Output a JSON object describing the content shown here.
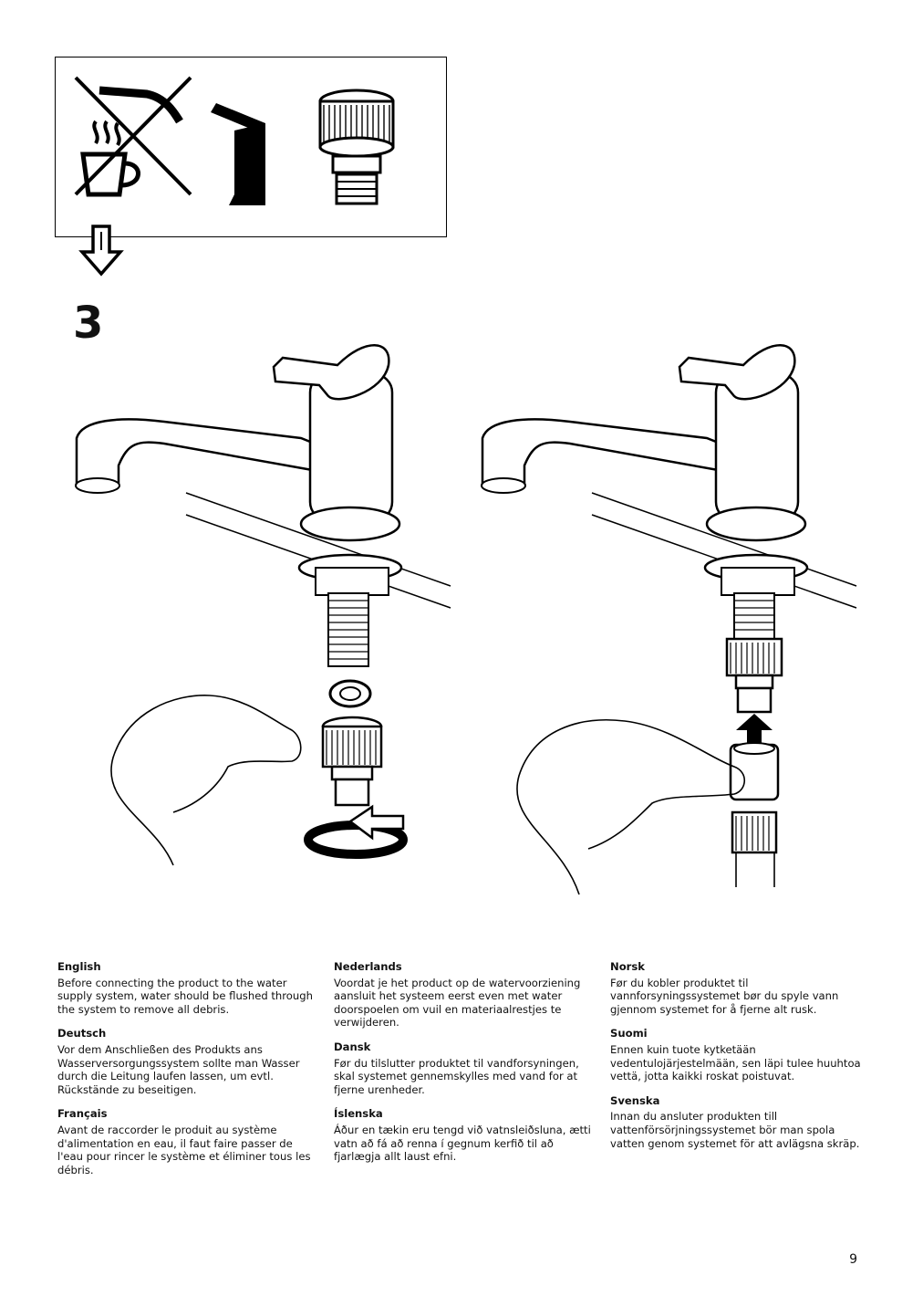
{
  "step": {
    "number": "3"
  },
  "icons": {
    "no_hot_water": "no-hot-water-icon",
    "adapter": "hose-adapter-icon",
    "arrow": "down-arrow-icon",
    "rotate": "rotate-arrow-icon",
    "push_up": "push-up-arrow-icon"
  },
  "languages": [
    {
      "name": "English",
      "text": "Before connecting the product to the water supply system, water should be flushed through the system to remove all debris."
    },
    {
      "name": "Deutsch",
      "text": "Vor dem Anschließen des Produkts ans Wasserversorgungssystem sollte man Wasser durch die Leitung laufen lassen, um evtl. Rückstände zu beseitigen."
    },
    {
      "name": "Français",
      "text": "Avant de raccorder le produit au système d'alimentation en eau, il faut faire passer de l'eau pour rincer le système et éliminer tous les débris."
    },
    {
      "name": "Nederlands",
      "text": "Voordat je het product op de watervoorziening aansluit het systeem eerst even met water doorspoelen om vuil en materiaalrestjes te verwijderen."
    },
    {
      "name": "Dansk",
      "text": "Før du tilslutter produktet til vandforsyningen, skal systemet gennemskylles med vand for at fjerne urenheder."
    },
    {
      "name": "Íslenska",
      "text": "Áður en tækin eru tengd við vatnsleiðsluna, ætti vatn að fá að renna í gegnum kerfið til að fjarlægja allt laust efni."
    },
    {
      "name": "Norsk",
      "text": "Før du kobler produktet til vannforsyningssystemet bør du spyle vann gjennom systemet for å fjerne alt rusk."
    },
    {
      "name": "Suomi",
      "text": "Ennen kuin tuote kytketään vedentulojärjestelmään, sen läpi tulee huuhtoa vettä, jotta kaikki roskat poistuvat."
    },
    {
      "name": "Svenska",
      "text": "Innan du ansluter produkten till vattenförsörjningssystemet bör man spola vatten genom systemet för att avlägsna skräp."
    }
  ],
  "page": {
    "number": "9"
  }
}
